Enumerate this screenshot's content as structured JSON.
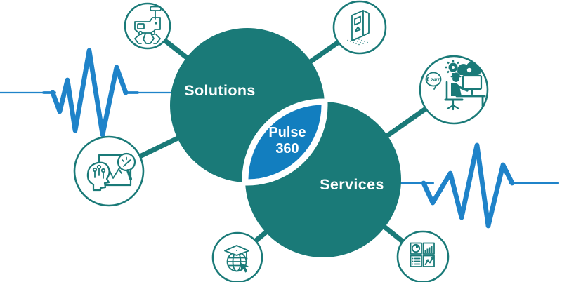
{
  "venn": {
    "left_label": "Solutions",
    "right_label": "Services",
    "center_line1": "Pulse",
    "center_line2": "360"
  },
  "badges": {
    "support_hours": "24/7"
  },
  "colors": {
    "teal": "#1A7A78",
    "lens_blue": "#127EBF",
    "pulse_blue": "#1F83C9",
    "background": "#FFFFFF",
    "label_text": "#FFFFFF"
  },
  "icons": [
    {
      "name": "robot-automation-icon"
    },
    {
      "name": "machine-cabinet-icon"
    },
    {
      "name": "support-24-7-icon"
    },
    {
      "name": "ai-insights-icon"
    },
    {
      "name": "elearning-globe-icon"
    },
    {
      "name": "dashboard-reports-icon"
    }
  ],
  "decorations": [
    {
      "name": "left-pulse-waveform"
    },
    {
      "name": "right-pulse-waveform"
    }
  ]
}
